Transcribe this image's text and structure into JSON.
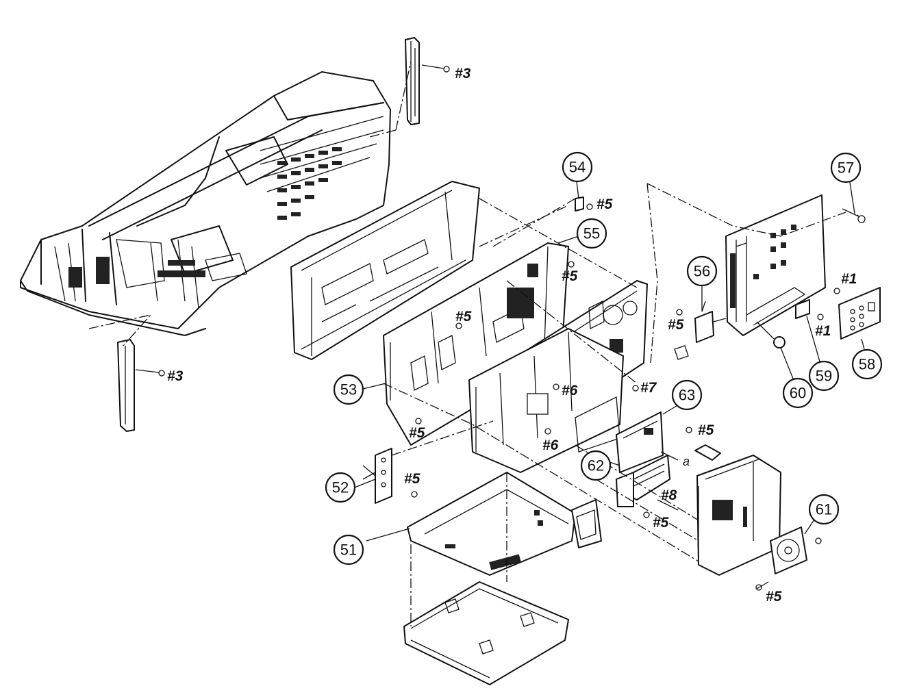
{
  "callouts": {
    "c51": "51",
    "c52": "52",
    "c53": "53",
    "c54": "54",
    "c55": "55",
    "c56": "56",
    "c57": "57",
    "c58": "58",
    "c59": "59",
    "c60": "60",
    "c61": "61",
    "c62": "62",
    "c63": "63"
  },
  "screws": {
    "s3a": "#3",
    "s3b": "#3",
    "s5a": "#5",
    "s5b": "#5",
    "s5c": "#5",
    "s5d": "#5",
    "s5e": "#5",
    "s5f": "#5",
    "s5g": "#5",
    "s5h": "#5",
    "s5i": "#5",
    "s6a": "#6",
    "s6b": "#6",
    "s7": "#7",
    "s8": "#8",
    "s1a": "#1",
    "s1b": "#1"
  },
  "labels": {
    "a": "a"
  }
}
